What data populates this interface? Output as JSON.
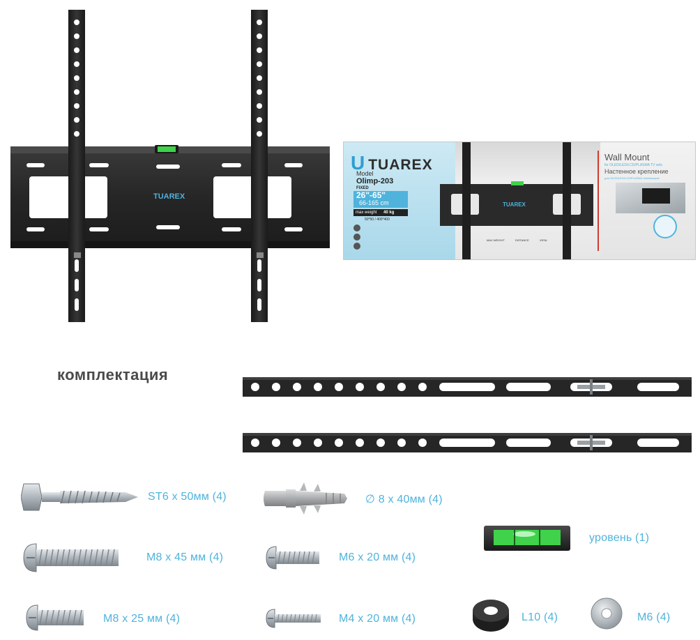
{
  "brand": "TUAREX",
  "box": {
    "model_label": "Model",
    "model_name": "Olimp-203",
    "type": "FIXED",
    "size_inch": "26\"-65\"",
    "size_cm": "66-165 cm",
    "max_weight_label": "max weight",
    "max_weight_value": "40 kg",
    "vesa": "50*50 / 400*400",
    "title_en": "Wall Mount",
    "subtitle_en": "for OLED/LED/LCD/PLASMA TV sets",
    "title_ru": "Настенное крепление",
    "subtitle_ru": "для OLED/LED/LCD/PLASMA телевизоров",
    "spec_max_weight": "MAX WEIGHT",
    "spec_distance": "DISTANCE",
    "spec_vesa": "VESA"
  },
  "section_title": "комплектация",
  "parts": [
    {
      "name": "wood-screw",
      "label": "ST6 x 50мм (4)"
    },
    {
      "name": "wall-plug",
      "label": "∅ 8 x 40мм (4)"
    },
    {
      "name": "level",
      "label": "уровень (1)"
    },
    {
      "name": "bolt-m8x45",
      "label": "M8 x 45 мм (4)"
    },
    {
      "name": "bolt-m6x20",
      "label": "M6 x 20 мм (4)"
    },
    {
      "name": "bolt-m8x25",
      "label": "M8 x 25 мм (4)"
    },
    {
      "name": "bolt-m4x20",
      "label": "M4 x 20 мм (4)"
    },
    {
      "name": "spacer",
      "label": "L10 (4)"
    },
    {
      "name": "washer",
      "label": "M6 (4)"
    }
  ],
  "colors": {
    "accent": "#4fb3dc",
    "metal_dark": "#2b2b2b",
    "level_green": "#3fd24a"
  }
}
